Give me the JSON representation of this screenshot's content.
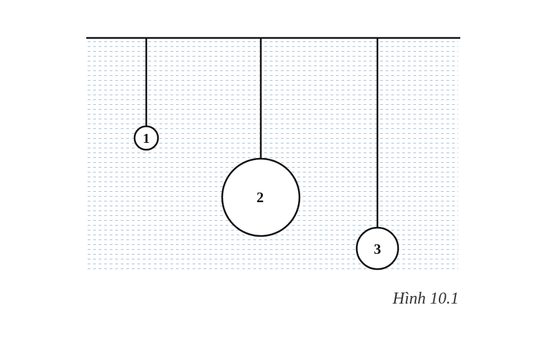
{
  "figure": {
    "caption": "Hình 10.1",
    "balls": [
      {
        "label": "1"
      },
      {
        "label": "2"
      },
      {
        "label": "3"
      }
    ]
  },
  "colors": {
    "liquid_dash": "#a9c4d8",
    "line": "#111111",
    "ball_fill": "#ffffff"
  }
}
